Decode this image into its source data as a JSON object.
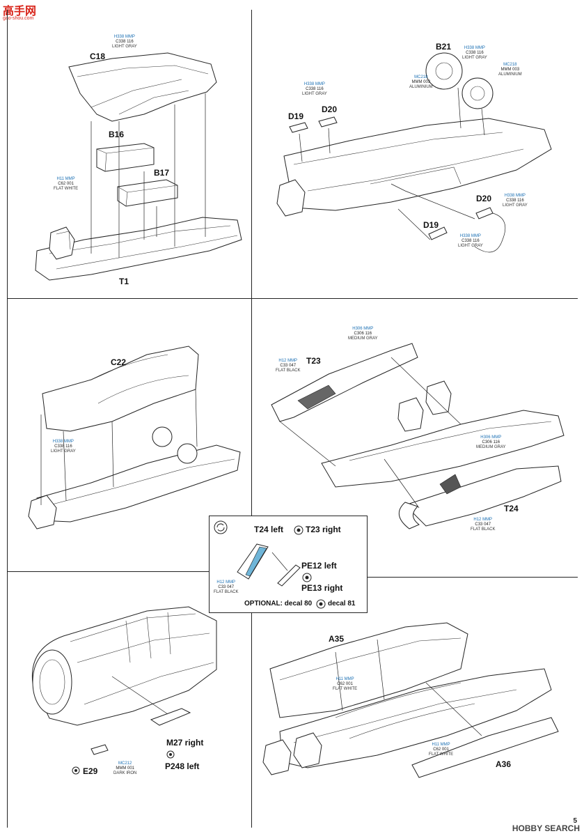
{
  "site_logo": {
    "main": "高手网",
    "sub": "gao-shou.com"
  },
  "watermark": "HOBBY SEARCH",
  "page_number": "5",
  "panels": {
    "p1": {
      "labels": {
        "c18": "C18",
        "b16": "B16",
        "b17": "B17",
        "t1": "T1"
      },
      "paints": [
        {
          "c1": "H338 MMP",
          "c2": "C338 116",
          "name": "LIGHT GRAY"
        },
        {
          "c1": "H11 MMP",
          "c2": "C62 001",
          "name": "FLAT WHITE"
        }
      ]
    },
    "p2": {
      "labels": {
        "b21": "B21",
        "d19a": "D19",
        "d20a": "D20",
        "d20b": "D20",
        "d19b": "D19"
      },
      "paints": [
        {
          "c1": "H338 MMP",
          "c2": "C338 116",
          "name": "LIGHT GRAY"
        },
        {
          "c1": "H338 MMP",
          "c2": "C338 116",
          "name": "LIGHT GRAY"
        },
        {
          "c1": "MC218",
          "c2": "MMM 003",
          "name": "ALUMINIUM"
        },
        {
          "c1": "MC218",
          "c2": "MMM 003",
          "name": "ALUMINIUM"
        },
        {
          "c1": "H338 MMP",
          "c2": "C338 116",
          "name": "LIGHT GRAY"
        },
        {
          "c1": "H338 MMP",
          "c2": "C338 116",
          "name": "LIGHT GRAY"
        }
      ]
    },
    "p3": {
      "labels": {
        "c22": "C22"
      },
      "paints": [
        {
          "c1": "H338 MMP",
          "c2": "C338 116",
          "name": "LIGHT GRAY"
        }
      ]
    },
    "p4": {
      "labels": {
        "t23": "T23",
        "t24": "T24"
      },
      "paints": [
        {
          "c1": "H306 MMP",
          "c2": "C306 116",
          "name": "MEDIUM GRAY"
        },
        {
          "c1": "H12 MMP",
          "c2": "C33 047",
          "name": "FLAT BLACK"
        },
        {
          "c1": "H306 MMP",
          "c2": "C306 116",
          "name": "MEDIUM GRAY"
        },
        {
          "c1": "H12 MMP",
          "c2": "C33 047",
          "name": "FLAT BLACK"
        }
      ]
    },
    "optional": {
      "line1": "T24 left",
      "line1b": "T23 right",
      "pe12": "PE12 left",
      "pe13": "PE13 right",
      "optional_text": "OPTIONAL: decal 80",
      "decal81": "decal 81",
      "paint": {
        "c1": "H12 MMP",
        "c2": "C33 047",
        "name": "FLAT BLACK"
      }
    },
    "p5": {
      "labels": {
        "m27": "M27 right",
        "p248": "P248 left",
        "e29": "E29"
      },
      "paints": [
        {
          "c1": "MC212",
          "c2": "MMM 001",
          "name": "DARK IRON"
        }
      ]
    },
    "p6": {
      "labels": {
        "a35": "A35",
        "a36": "A36"
      },
      "paints": [
        {
          "c1": "H11 MMP",
          "c2": "C62 001",
          "name": "FLAT WHITE"
        },
        {
          "c1": "H11 MMP",
          "c2": "C62 001",
          "name": "FLAT WHITE"
        }
      ]
    }
  }
}
